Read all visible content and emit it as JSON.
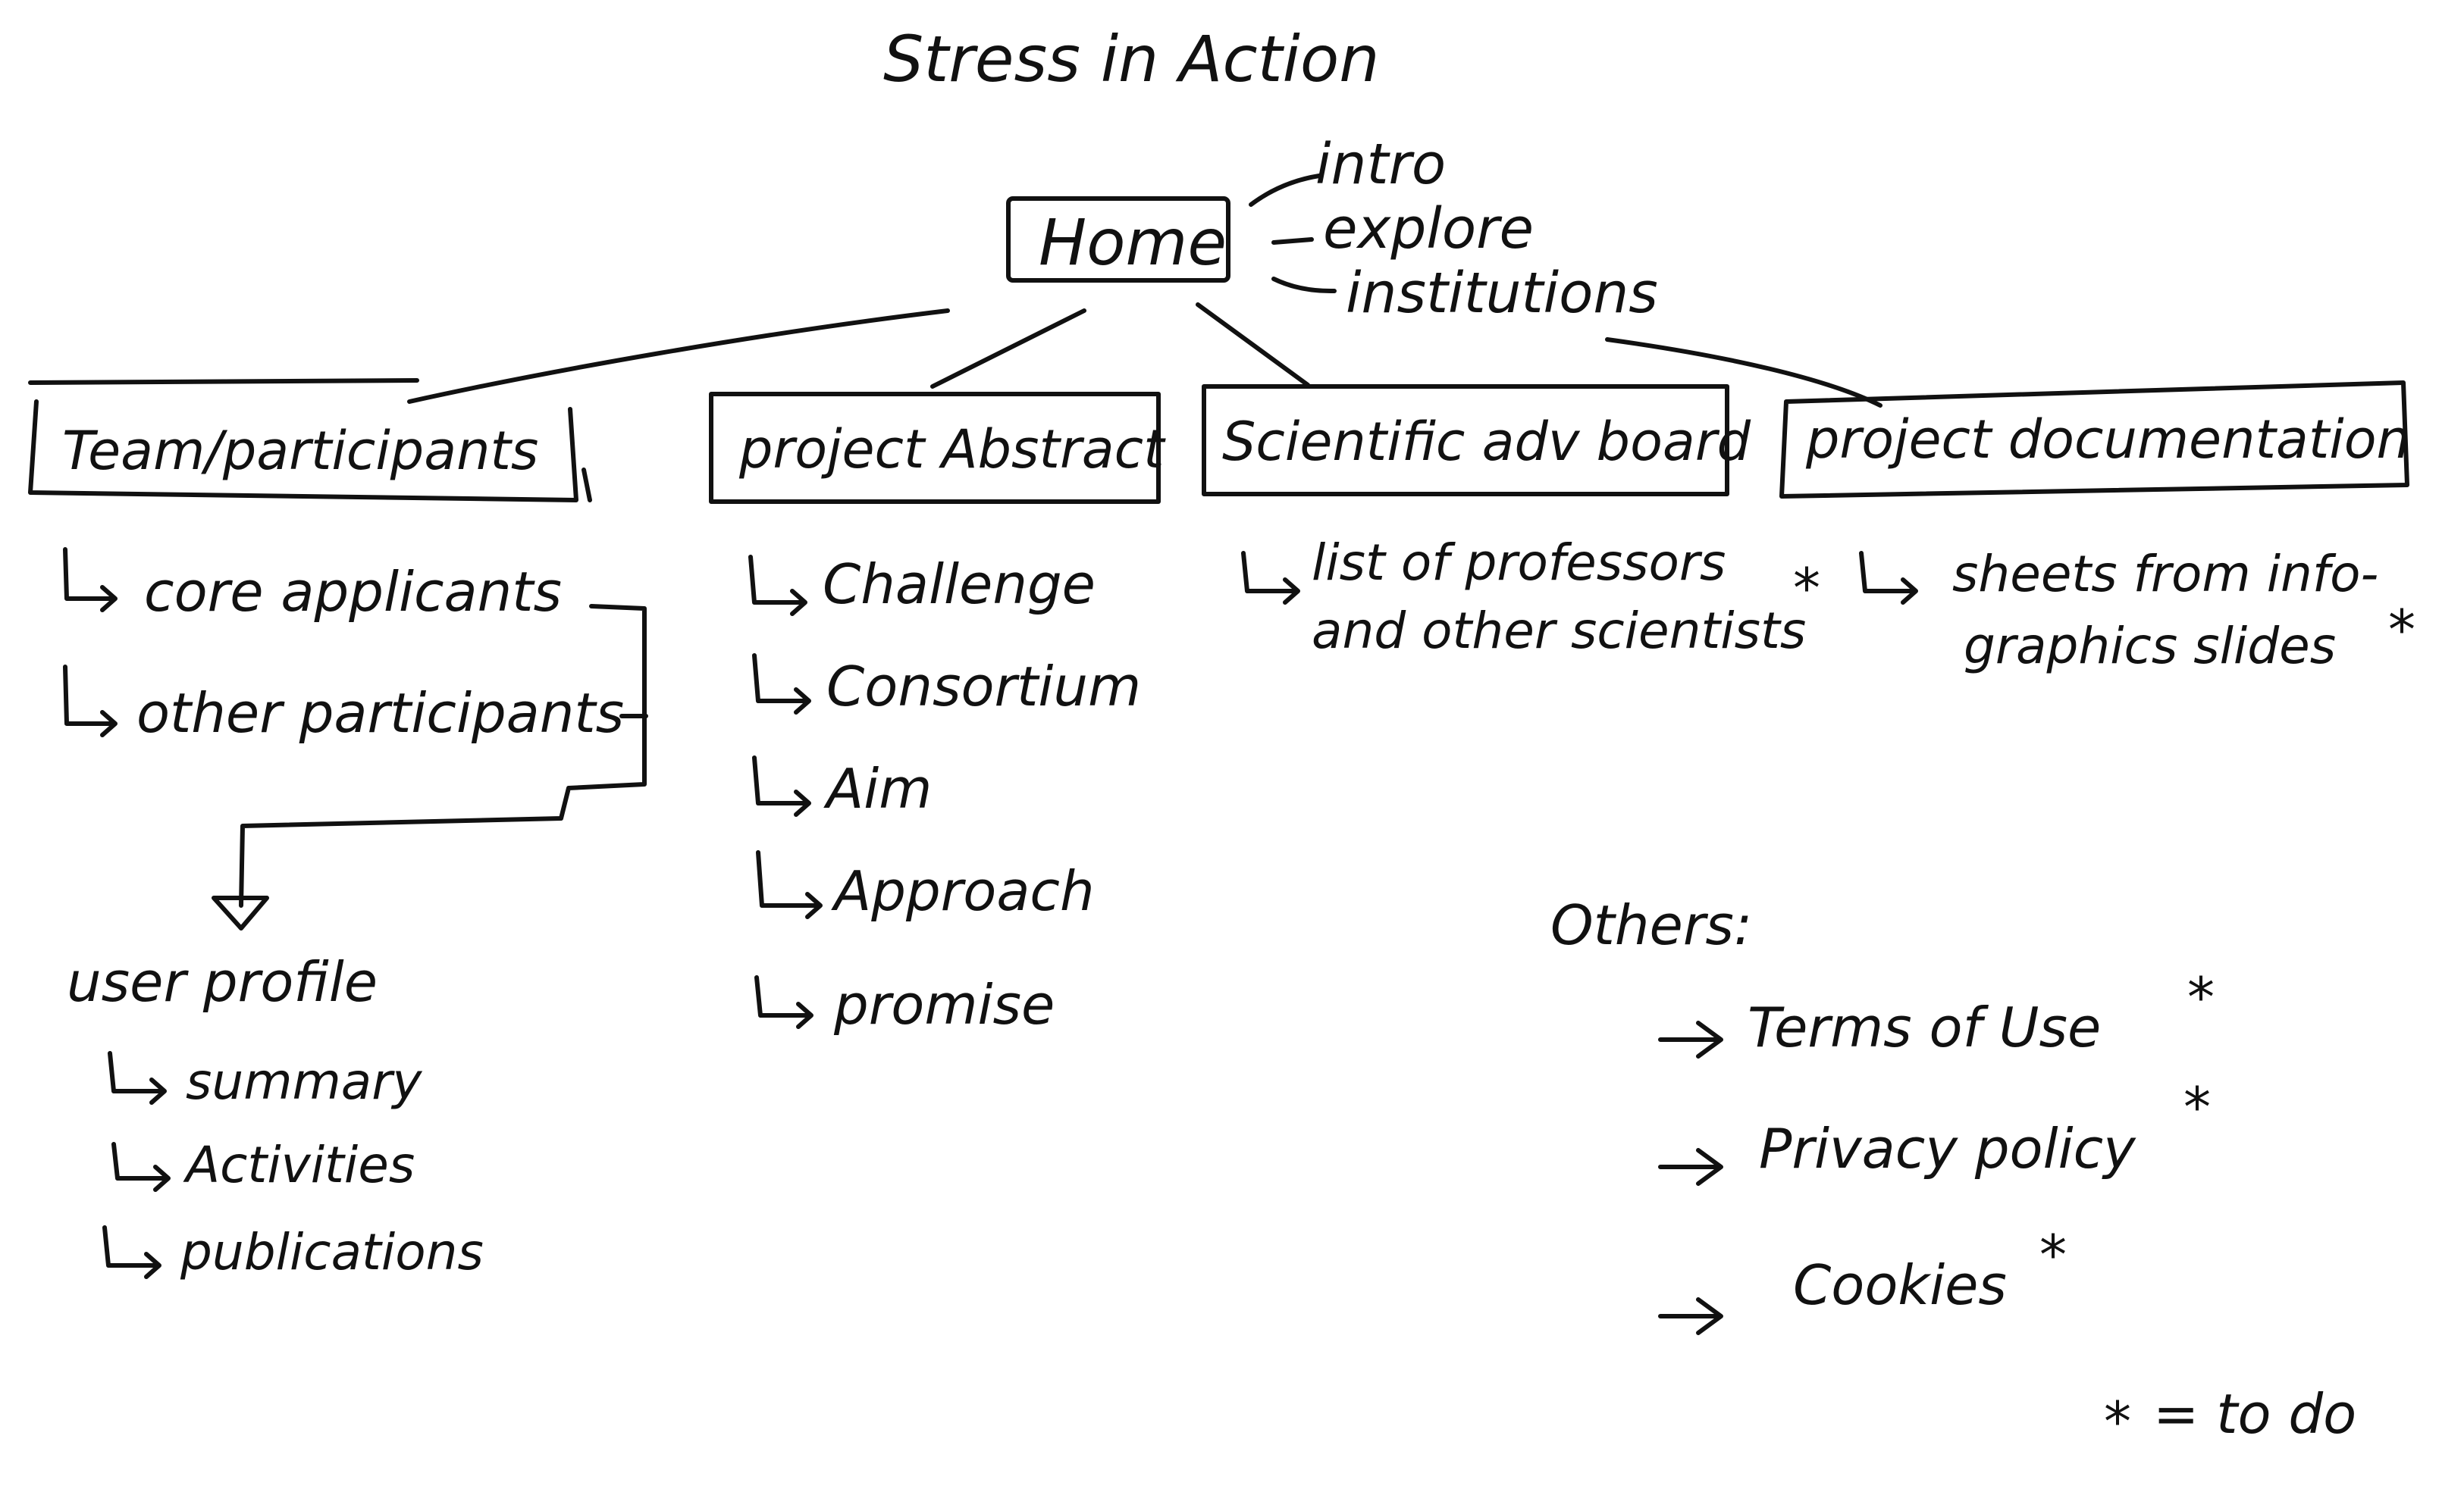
{
  "title": "Stress in Action",
  "home": {
    "label": "Home",
    "sections": [
      "intro",
      "explore",
      "institutions"
    ]
  },
  "nodes": [
    {
      "label": "Team/participants",
      "children": [
        "core applicants",
        "other participants"
      ],
      "profile": {
        "label": "user profile",
        "children": [
          "summary",
          "Activities",
          "publications"
        ]
      }
    },
    {
      "label": "project Abstract",
      "children": [
        "Challenge",
        "Consortium",
        "Aim",
        "Approach",
        "promise"
      ]
    },
    {
      "label": "Scientific adv board",
      "children": [
        "list of professors",
        "and other scientists"
      ],
      "todo": true
    },
    {
      "label": "project documentation",
      "children": [
        "sheets from info-",
        "graphics slides"
      ],
      "todo": true
    }
  ],
  "others": {
    "label": "Others:",
    "items": [
      {
        "label": "Terms of Use",
        "todo": true
      },
      {
        "label": "Privacy policy",
        "todo": true
      },
      {
        "label": "Cookies",
        "todo": true
      }
    ]
  },
  "legend": {
    "marker": "*",
    "text": "= to do"
  },
  "colors": {
    "ink": "#111111",
    "paper": "#ffffff"
  }
}
